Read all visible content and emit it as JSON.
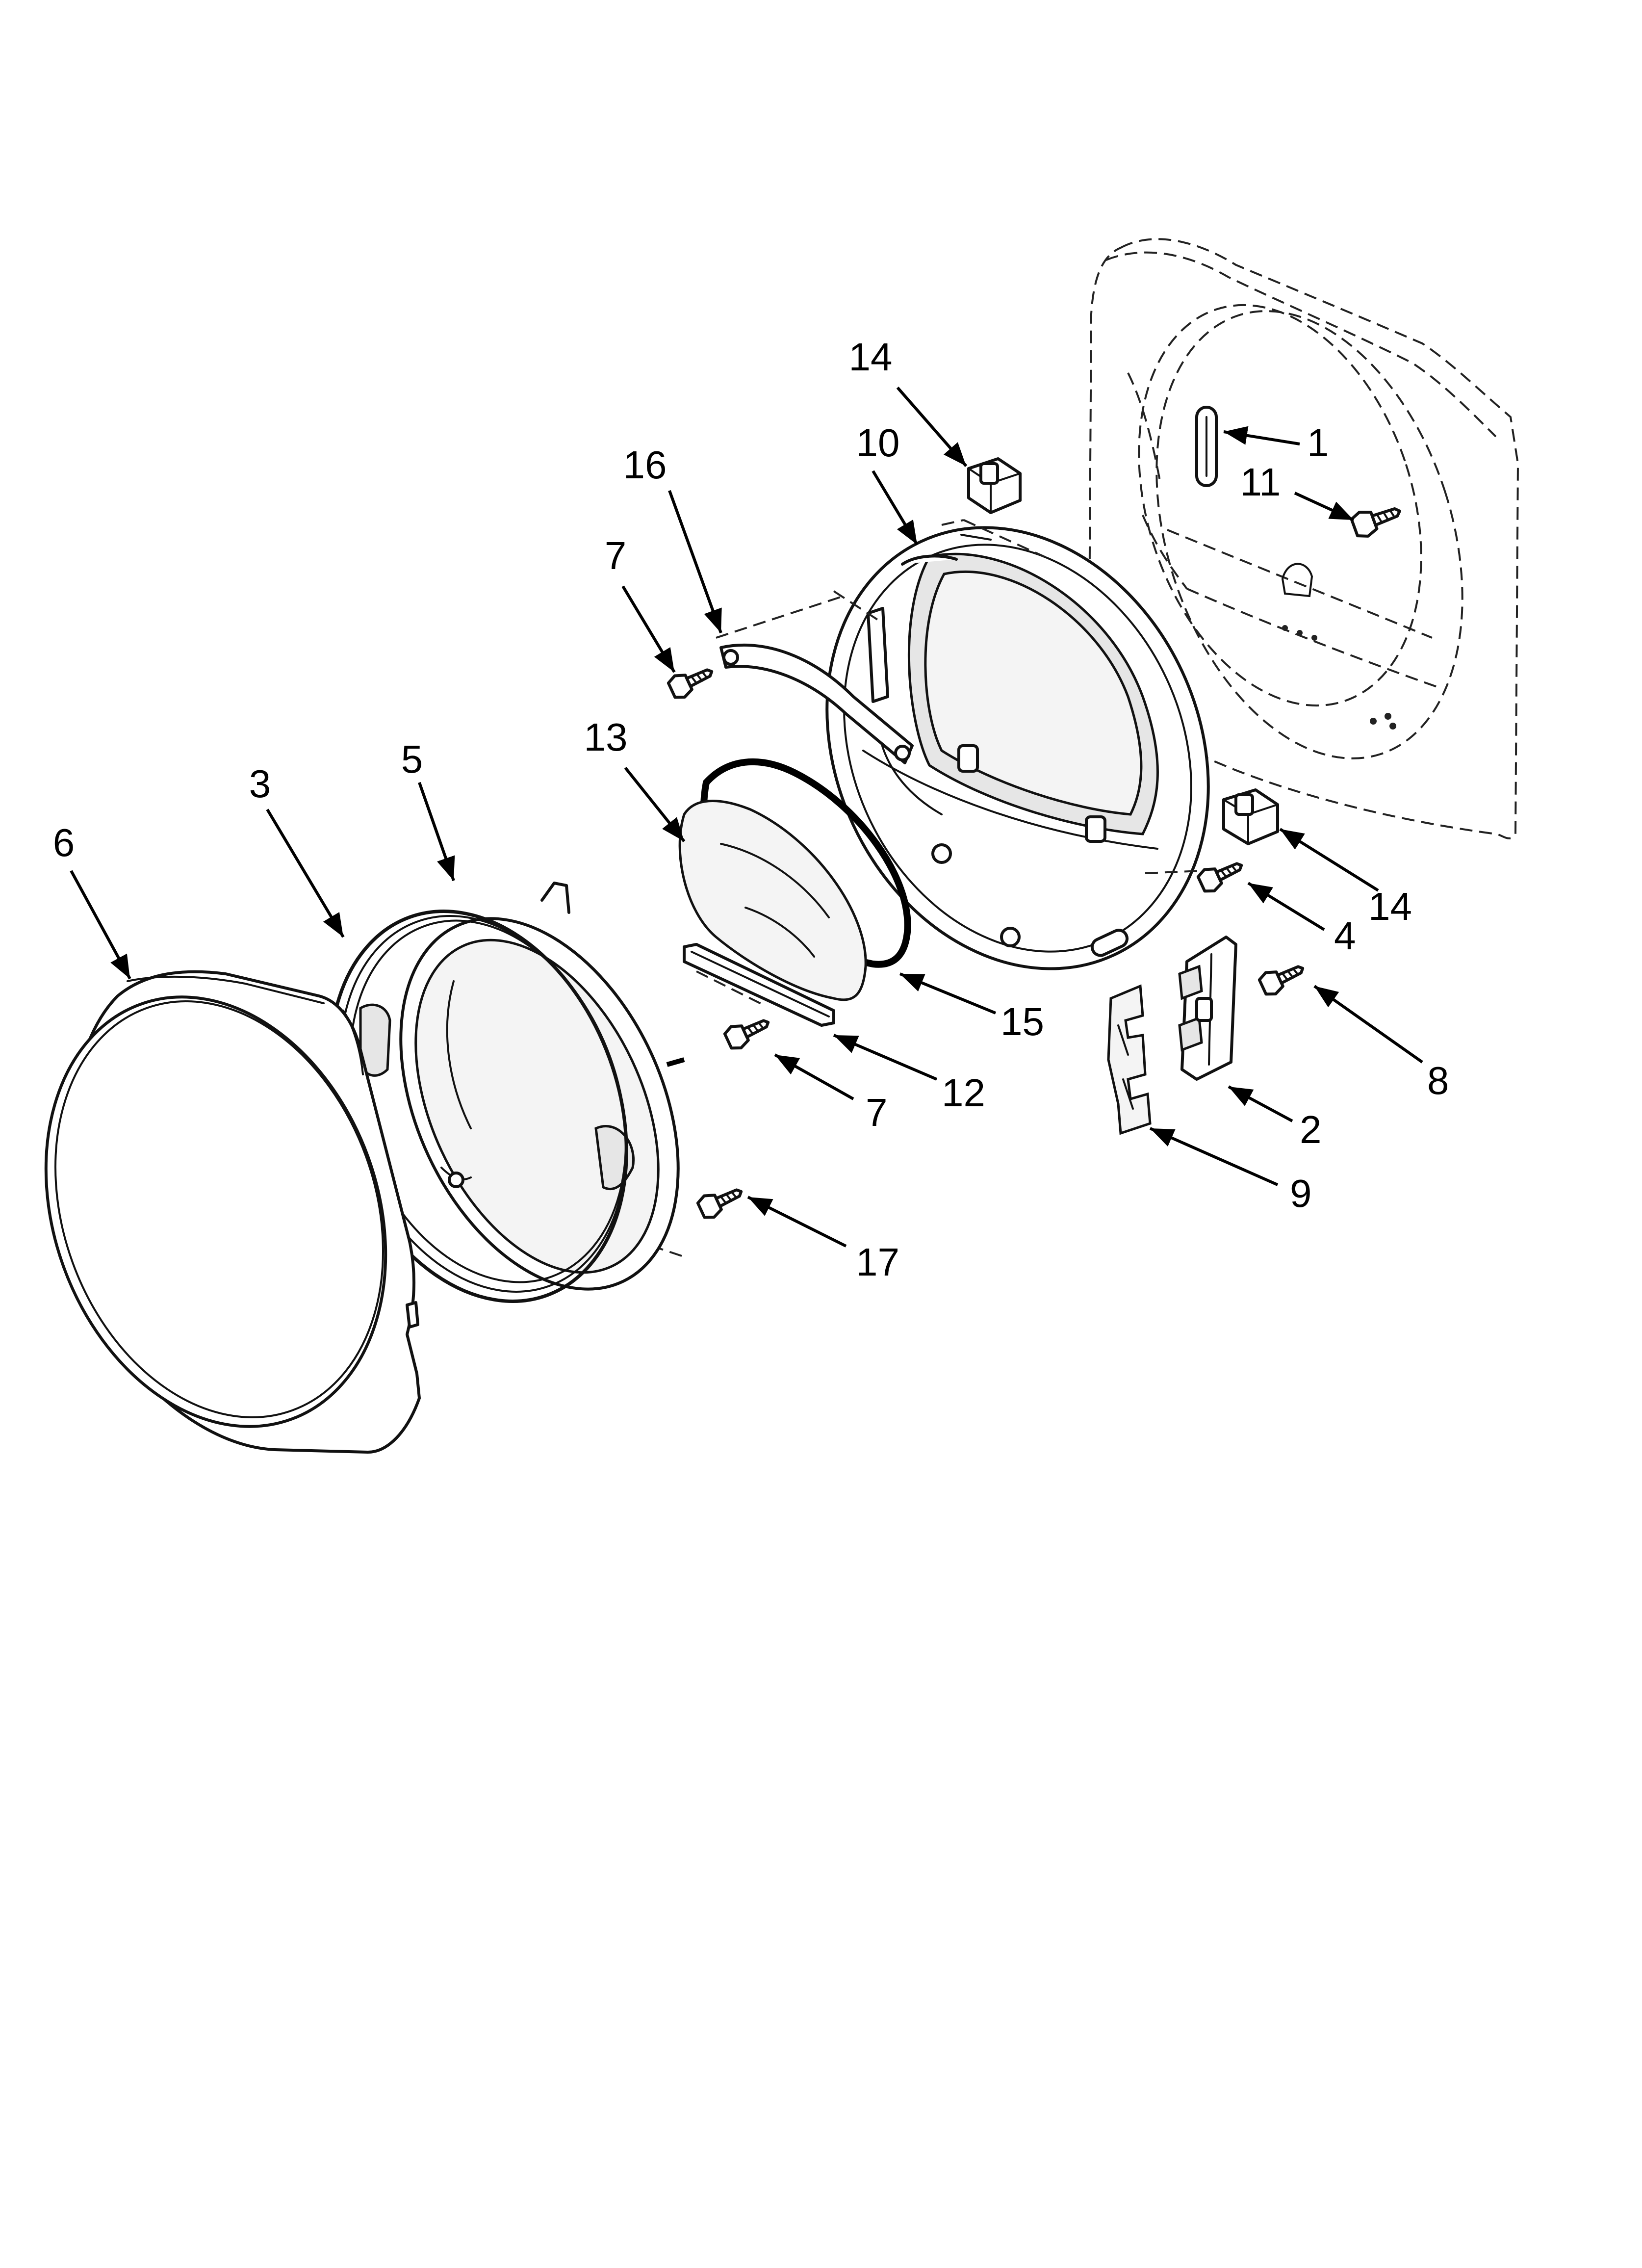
{
  "callouts": [
    {
      "id": "c1",
      "label": "1"
    },
    {
      "id": "c2",
      "label": "2"
    },
    {
      "id": "c3",
      "label": "3"
    },
    {
      "id": "c4",
      "label": "4"
    },
    {
      "id": "c5",
      "label": "5"
    },
    {
      "id": "c6",
      "label": "6"
    },
    {
      "id": "c7a",
      "label": "7"
    },
    {
      "id": "c7b",
      "label": "7"
    },
    {
      "id": "c8",
      "label": "8"
    },
    {
      "id": "c9",
      "label": "9"
    },
    {
      "id": "c10",
      "label": "10"
    },
    {
      "id": "c11",
      "label": "11"
    },
    {
      "id": "c12",
      "label": "12"
    },
    {
      "id": "c13",
      "label": "13"
    },
    {
      "id": "c14a",
      "label": "14"
    },
    {
      "id": "c14b",
      "label": "14"
    },
    {
      "id": "c15",
      "label": "15"
    },
    {
      "id": "c16",
      "label": "16"
    },
    {
      "id": "c17",
      "label": "17"
    }
  ],
  "colors": {
    "line": "#111111",
    "background": "#ffffff"
  }
}
